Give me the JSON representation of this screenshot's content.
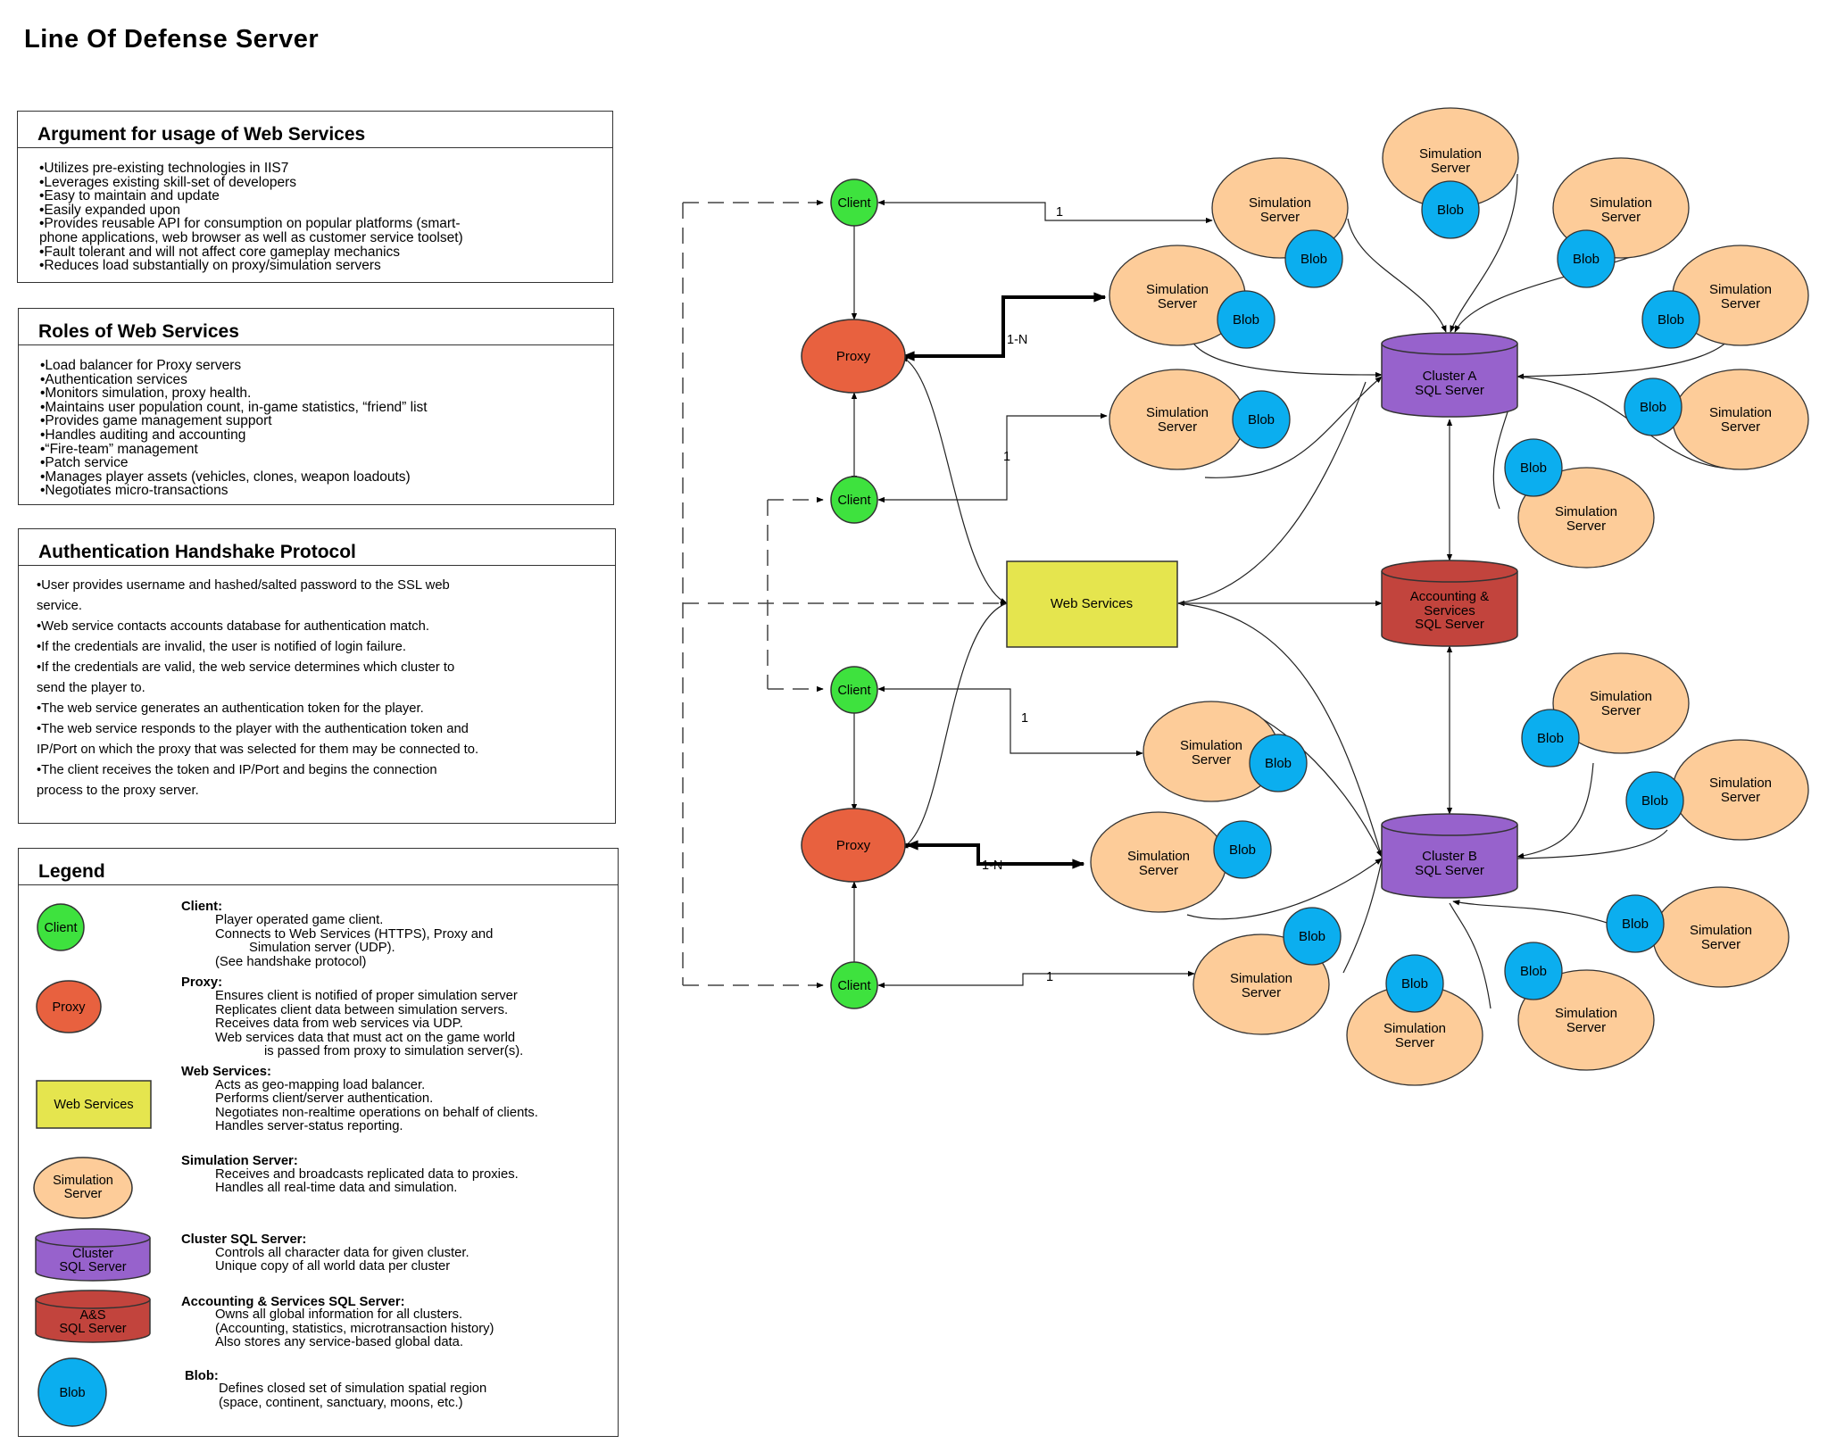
{
  "page": {
    "title": "Line Of Defense Server"
  },
  "argument": {
    "heading": "Argument for usage of Web Services",
    "lines": [
      "•Utilizes pre-existing technologies in IIS7",
      "•Leverages existing skill-set of developers",
      "•Easy to maintain and update",
      "•Easily expanded upon",
      "•Provides reusable API for consumption on popular platforms (smart-",
      "phone applications, web browser as well as customer service toolset)",
      "•Fault tolerant and will not affect core gameplay mechanics",
      "•Reduces load substantially on proxy/simulation servers"
    ]
  },
  "roles": {
    "heading": "Roles of Web Services",
    "lines": [
      "•Load balancer for Proxy servers",
      "•Authentication services",
      "•Monitors simulation, proxy health.",
      "•Maintains user population count, in-game statistics, “friend” list",
      "•Provides game management support",
      "•Handles auditing and accounting",
      "•“Fire-team” management",
      "•Patch service",
      "•Manages player assets (vehicles, clones, weapon loadouts)",
      "•Negotiates micro-transactions"
    ]
  },
  "auth": {
    "heading": "Authentication Handshake Protocol",
    "lines": [
      "•User provides username and hashed/salted password to the SSL web",
      "service.",
      "•Web service contacts accounts database for authentication match.",
      "•If the credentials are invalid, the user is notified of login failure.",
      "•If the credentials are valid, the web service determines which cluster to",
      "send the player to.",
      "•The web service generates an authentication token for the player.",
      "•The web service responds to the player with the authentication token and",
      "IP/Port on which the proxy that was selected for them may be connected to.",
      "•The client receives the token and IP/Port and begins the connection",
      "process to the proxy server."
    ]
  },
  "legend": {
    "heading": "Legend",
    "client": {
      "icon": "Client",
      "title": "Client:",
      "lines": [
        "Player operated game client.",
        "Connects to Web Services (HTTPS), Proxy and",
        "Simulation server (UDP).",
        "(See handshake protocol)"
      ]
    },
    "proxy": {
      "icon": "Proxy",
      "title": "Proxy:",
      "lines": [
        "Ensures client is notified of proper simulation server",
        "Replicates client data between simulation servers.",
        "Receives data from web services via UDP.",
        "Web services data that must act on the game world",
        "is passed from proxy to simulation server(s)."
      ]
    },
    "web": {
      "icon": "Web Services",
      "title": "Web Services:",
      "lines": [
        "Acts as geo-mapping load balancer.",
        "Performs client/server authentication.",
        "Negotiates non-realtime operations on behalf of clients.",
        "Handles server-status reporting."
      ]
    },
    "sim": {
      "icon1": "Simulation",
      "icon2": "Server",
      "title": "Simulation Server:",
      "lines": [
        "Receives and broadcasts replicated data to proxies.",
        "Handles all real-time data and simulation."
      ]
    },
    "cluster": {
      "icon1": "Cluster",
      "icon2": "SQL Server",
      "title": "Cluster SQL Server:",
      "lines": [
        "Controls all character data for given cluster.",
        "Unique copy of all world data per cluster"
      ]
    },
    "as": {
      "icon1": "A&S",
      "icon2": "SQL Server",
      "title": "Accounting & Services SQL Server:",
      "lines": [
        "Owns all global information for all clusters.",
        "(Accounting, statistics, microtransaction history)",
        "Also stores any service-based global data."
      ]
    },
    "blob": {
      "icon": "Blob",
      "title": "Blob:",
      "lines": [
        "Defines closed set of simulation spatial region",
        "(space, continent, sanctuary, moons, etc.)"
      ]
    }
  },
  "diagram": {
    "labels": {
      "client": "Client",
      "proxy": "Proxy",
      "web_services": "Web Services",
      "sim1": "Simulation",
      "sim2": "Server",
      "blob": "Blob",
      "cluster_a1": "Cluster A",
      "cluster_a2": "SQL Server",
      "cluster_b1": "Cluster B",
      "cluster_b2": "SQL Server",
      "acct1": "Accounting &",
      "acct2": "Services",
      "acct3": "SQL Server",
      "one": "1",
      "one_n": "1-N"
    },
    "colors": {
      "client": "#3ee23e",
      "proxy": "#e8613f",
      "web_services": "#e5e54e",
      "sim": "#fdcc99",
      "blob": "#0baeef",
      "cluster": "#9762cc",
      "acct": "#c2443d"
    }
  }
}
